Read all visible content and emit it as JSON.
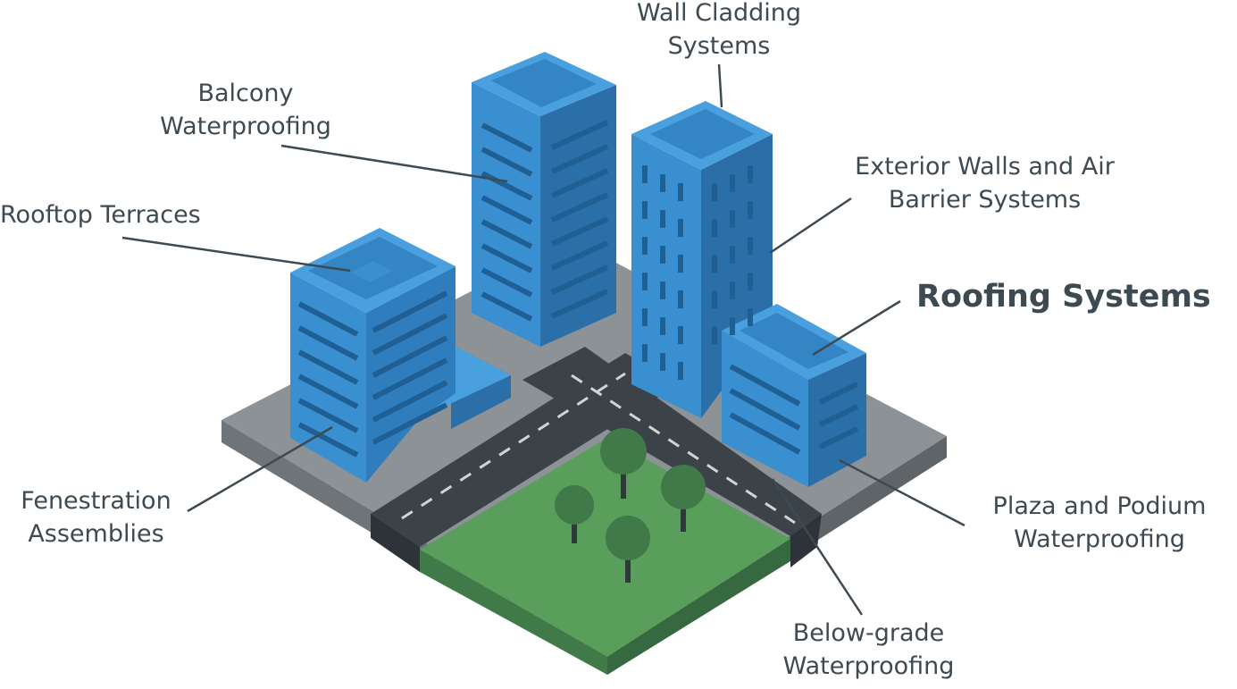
{
  "labels": {
    "wall_cladding": [
      "Wall Cladding",
      "Systems"
    ],
    "balcony": [
      "Balcony",
      "Waterproofing"
    ],
    "rooftop": [
      "Rooftop Terraces"
    ],
    "exterior_walls": [
      "Exterior Walls and Air",
      "Barrier Systems"
    ],
    "roofing": [
      "Roofing Systems"
    ],
    "fenestration": [
      "Fenestration",
      "Assemblies"
    ],
    "plaza": [
      "Plaza and Podium",
      "Waterproofing"
    ],
    "below_grade": [
      "Below-grade",
      "Waterproofing"
    ]
  },
  "colors": {
    "text": "#3e4a52",
    "building": "#3a8fd0",
    "building_dark": "#2a6fa8",
    "platform": "#8d9297",
    "road": "#3b4349",
    "grass": "#5a9e5c",
    "tree": "#3f7a48"
  }
}
